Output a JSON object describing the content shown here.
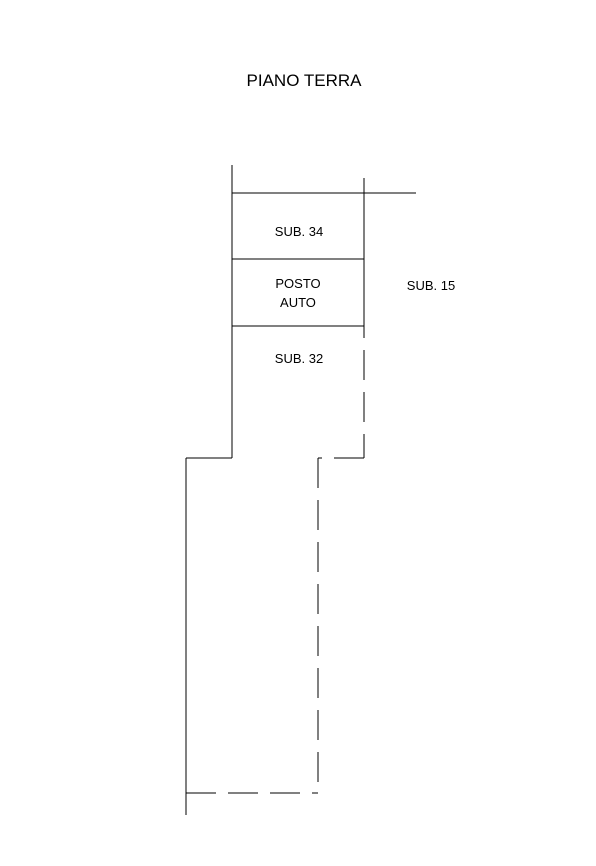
{
  "title": "PIANO TERRA",
  "labels": {
    "sub34": "SUB. 34",
    "posto_line1": "POSTO",
    "posto_line2": "AUTO",
    "sub32": "SUB. 32",
    "sub15": "SUB. 15"
  },
  "colors": {
    "line": "#000000",
    "background": "#ffffff"
  }
}
